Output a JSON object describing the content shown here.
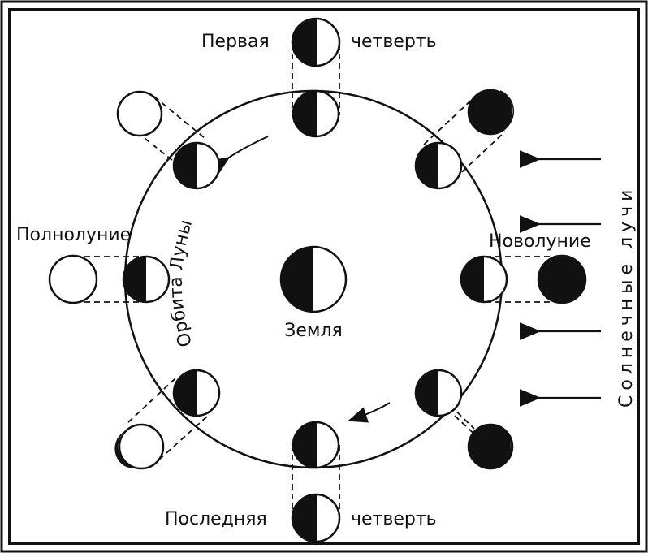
{
  "labels": {
    "first_quarter_left": "Первая",
    "first_quarter_right": "четверть",
    "last_quarter_left": "Последняя",
    "last_quarter_right": "четверть",
    "full_moon": "Полнолуние",
    "new_moon": "Новолуние",
    "earth": "Земля",
    "orbit": "Орбита Луны",
    "sun_rays": "Солнечные лучи"
  }
}
